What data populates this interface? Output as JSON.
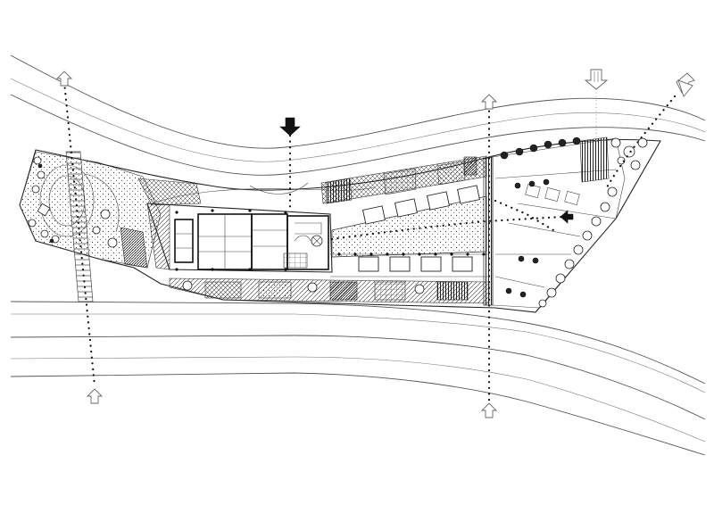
{
  "drawing": {
    "kind": "site-plan",
    "orientation": "landscape",
    "line_color": "#222222",
    "background": "#ffffff"
  },
  "markers": {
    "main_entrance": "solid-down-arrow",
    "side_entrance": "solid-left-arrow",
    "vehicle_access": "open-down-arrow",
    "pedestrian_access": "open-arrow"
  }
}
